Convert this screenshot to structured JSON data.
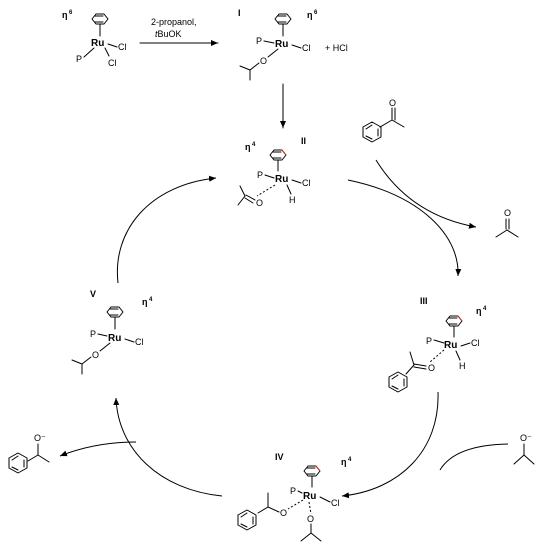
{
  "reaction_conditions": {
    "line1": "2-propanol,",
    "line2": "tBuOK"
  },
  "byproduct": "+ HCl",
  "labels": {
    "ru": "Ru",
    "cl": "Cl",
    "p": "P",
    "o": "O",
    "h": "H",
    "o_anion": "O⁻",
    "eta": "η"
  },
  "hapticity": {
    "precatalyst": "6",
    "I": "6",
    "II": "4",
    "III": "4",
    "IV": "4",
    "V": "4"
  },
  "intermediates": {
    "I": "I",
    "II": "II",
    "III": "III",
    "IV": "IV",
    "V": "V"
  },
  "colors": {
    "highlight_bond": "#d42020",
    "line": "#000000"
  }
}
